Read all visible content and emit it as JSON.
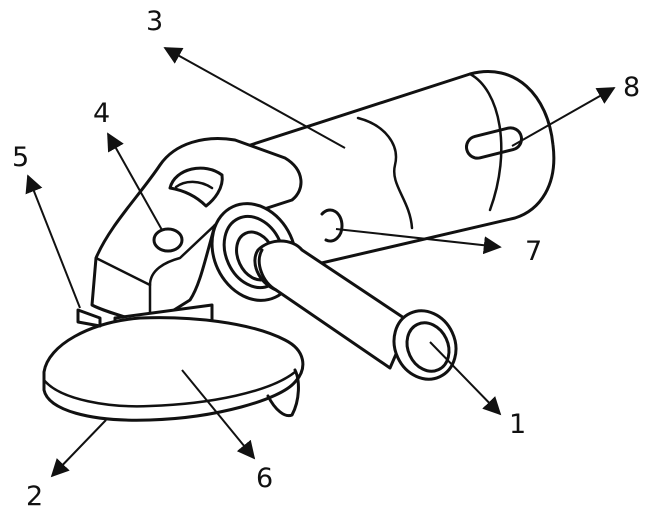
{
  "diagram": {
    "labels": [
      {
        "id": "1",
        "text": "1"
      },
      {
        "id": "2",
        "text": "2"
      },
      {
        "id": "3",
        "text": "3"
      },
      {
        "id": "4",
        "text": "4"
      },
      {
        "id": "5",
        "text": "5"
      },
      {
        "id": "6",
        "text": "6"
      },
      {
        "id": "7",
        "text": "7"
      },
      {
        "id": "8",
        "text": "8"
      }
    ],
    "colors": {
      "ink": "#111111",
      "paper": "#ffffff"
    }
  }
}
